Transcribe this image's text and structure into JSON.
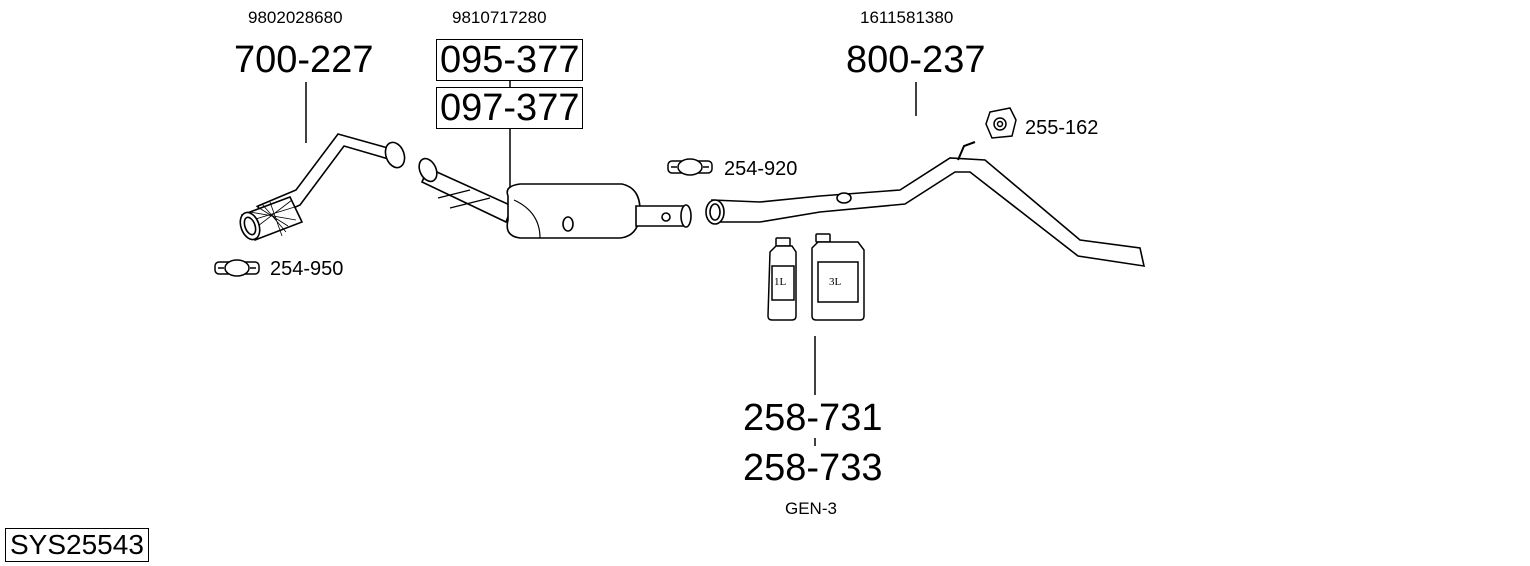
{
  "diagram": {
    "system_code": "SYS25543",
    "parts": [
      {
        "oem": "9802028680",
        "numbers": [
          "700-227"
        ]
      },
      {
        "oem": "9810717280",
        "numbers": [
          "095-377",
          "097-377"
        ]
      },
      {
        "oem": "1611581380",
        "numbers": [
          "800-237"
        ]
      }
    ],
    "clamps": [
      {
        "number": "254-950"
      },
      {
        "number": "254-920"
      },
      {
        "number": "255-162"
      }
    ],
    "fluids": {
      "numbers": [
        "258-731",
        "258-733"
      ],
      "note": "GEN-3",
      "can_small": "1L",
      "can_large": "3L"
    }
  }
}
